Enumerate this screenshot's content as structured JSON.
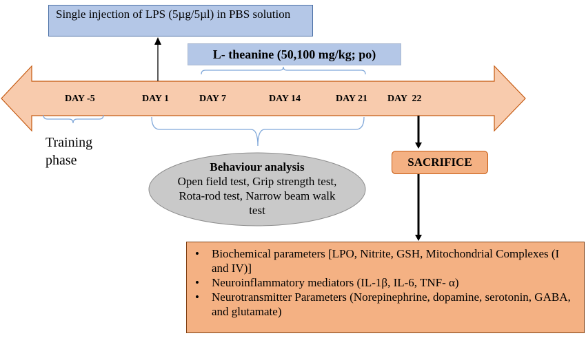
{
  "lps_box": {
    "text": "Single injection of LPS (5µg/5µl) in PBS solution"
  },
  "theanine_box": {
    "text": "L- theanine (50,100 mg/kg; po)"
  },
  "timeline": {
    "days": [
      "DAY -5",
      "DAY 1",
      "DAY 7",
      "DAY 14",
      "DAY 21",
      "DAY  22"
    ]
  },
  "training_phase": {
    "text": "Training phase"
  },
  "behaviour": {
    "title": "Behaviour analysis",
    "tests": "Open field test, Grip strength test, Rota-rod test, Narrow beam walk test"
  },
  "sacrifice": {
    "text": "SACRIFICE"
  },
  "parameters": {
    "items": [
      "Biochemical parameters  [LPO, Nitrite, GSH, Mitochondrial Complexes (I and IV)]",
      "Neuroinflammatory mediators (IL-1β, IL-6, TNF- α)",
      "Neurotransmitter Parameters (Norepinephrine, dopamine, serotonin, GABA, and glutamate)"
    ]
  },
  "colors": {
    "timeline_fill": "#f8cbad",
    "timeline_stroke": "#c55a11",
    "blue_box": "#b4c7e7",
    "orange_box": "#f4b183",
    "ellipse": "#c9c9c9"
  }
}
